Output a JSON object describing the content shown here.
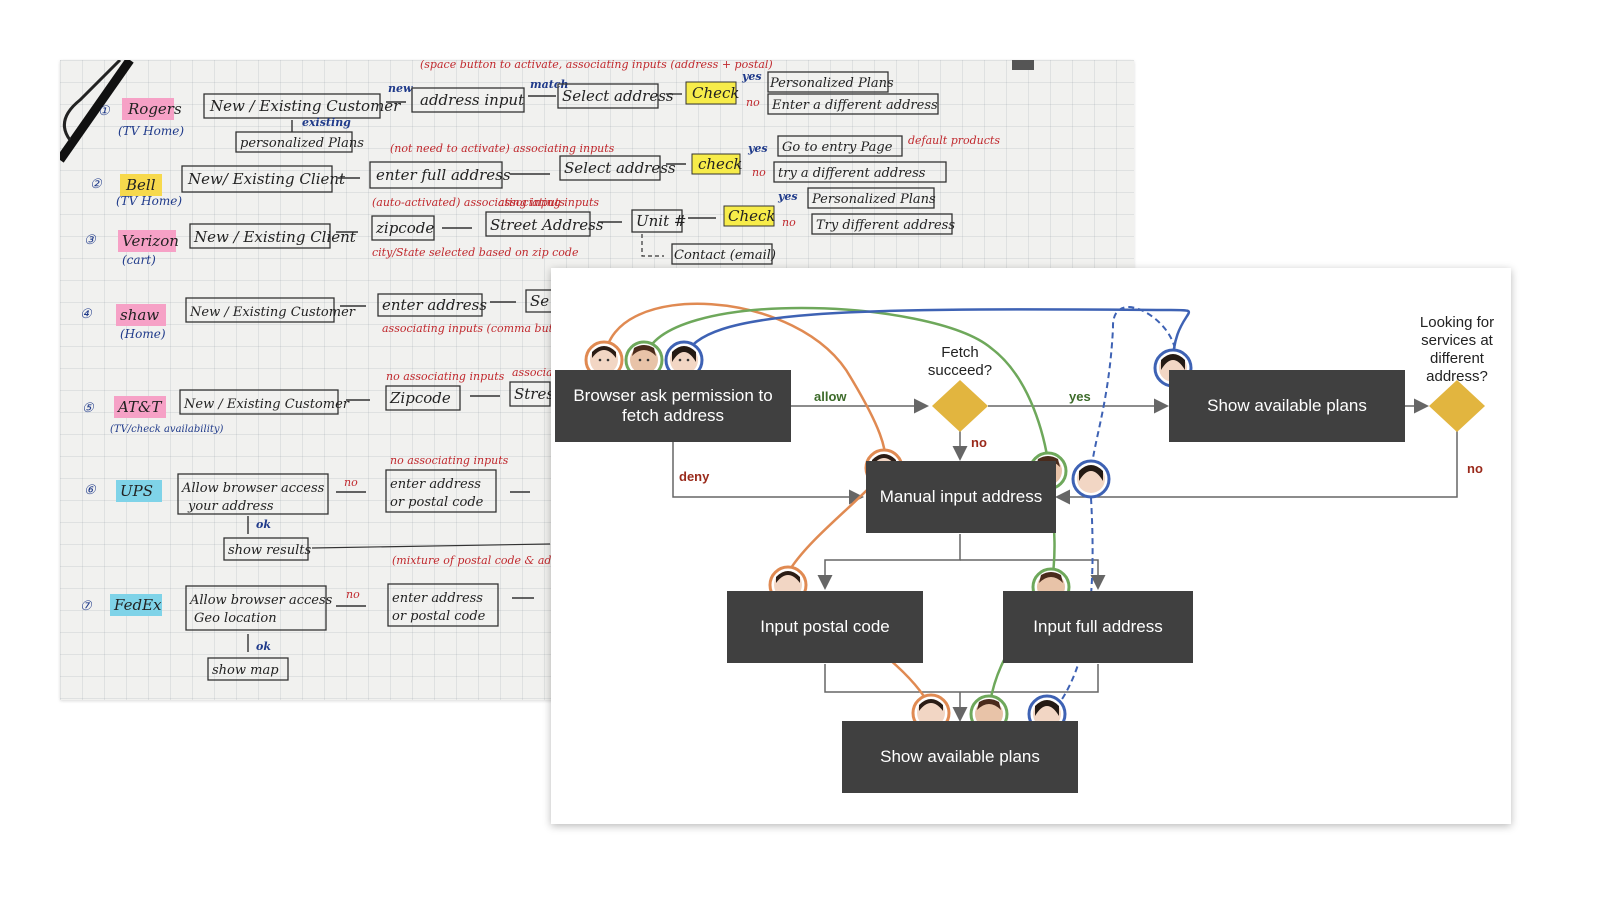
{
  "notebook": {
    "rows": [
      {
        "num": "①",
        "brand": "Rogers",
        "sub": "(TV Home)",
        "color": "#f6a1c6",
        "start": "New / Existing Customer",
        "branch_label": "new",
        "steps": [
          "address input",
          "Select address",
          "Check"
        ],
        "match_label": "match",
        "yes": "Personalized Plans",
        "no": "Enter a different address",
        "note": "(space button to activate, associating inputs (address + postal)",
        "extra": "personalized Plans",
        "extra_label": "existing"
      },
      {
        "num": "②",
        "brand": "Bell",
        "sub": "(TV Home)",
        "color": "#f7d94c",
        "start": "New/ Existing Client",
        "steps": [
          "enter full address",
          "Select address",
          "check"
        ],
        "yes": "Go to entry Page",
        "yes_note": "default products",
        "no": "try a different address",
        "note": "(not need to activate) associating inputs"
      },
      {
        "num": "③",
        "brand": "Verizon",
        "sub": "(cart)",
        "color": "#f6a1c6",
        "start": "New / Existing Client",
        "steps": [
          "zipcode",
          "Street Address",
          "Unit #",
          "Check"
        ],
        "yes": "Personalized Plans",
        "no": "Try different address",
        "note": "(auto-activated) associating inputs",
        "note2": "associating inputs",
        "note3": "city/State selected based on zip code",
        "contact": "Contact (email)"
      },
      {
        "num": "④",
        "brand": "shaw",
        "sub": "(Home)",
        "color": "#f6a1c6",
        "start": "New / Existing Customer",
        "steps": [
          "enter address",
          "Se"
        ],
        "note": "associating inputs (comma button to activate)"
      },
      {
        "num": "⑤",
        "brand": "AT&T",
        "sub": "(TV/check availability)",
        "color": "#f6a1c6",
        "start": "New / Existing Customer",
        "steps": [
          "Zipcode",
          "Stress"
        ],
        "note": "no associating inputs",
        "note2": "associat"
      },
      {
        "num": "⑥",
        "brand": "UPS",
        "sub": "",
        "color": "#7fd3e8",
        "start": "Allow browser access your address",
        "steps": [
          "enter address or postal code"
        ],
        "no_label": "no",
        "ok_label": "ok",
        "ok_result": "show results",
        "note": "no associating inputs"
      },
      {
        "num": "⑦",
        "brand": "FedEx",
        "sub": "",
        "color": "#7fd3e8",
        "start": "Allow browser access Geo location",
        "steps": [
          "enter address or postal code"
        ],
        "no_label": "no",
        "ok_label": "ok",
        "ok_result": "show map",
        "note": "(mixture of postal code & address) associating inputs"
      }
    ]
  },
  "flow": {
    "nodes": {
      "ask_permission": "Browser ask permission to fetch address",
      "fetch_question": "Fetch succeed?",
      "show_plans_top": "Show available plans",
      "looking_question": "Looking for services at different address?",
      "manual_input": "Manual input address",
      "postal_code": "Input postal code",
      "full_address": "Input full address",
      "show_plans_bottom": "Show available plans"
    },
    "labels": {
      "allow": "allow",
      "deny": "deny",
      "yes": "yes",
      "no_fetch": "no",
      "no_looking": "no"
    },
    "colors": {
      "box": "#404040",
      "diamond": "#e2b53f",
      "label_green": "#3d6b2a",
      "label_red": "#9a2a1b",
      "persona_orange": "#e08a52",
      "persona_green": "#6ea85b",
      "persona_blue": "#3e62b4",
      "connector": "#666666"
    },
    "personas": [
      "woman-persona",
      "man-persona",
      "woman-persona-blue"
    ]
  }
}
